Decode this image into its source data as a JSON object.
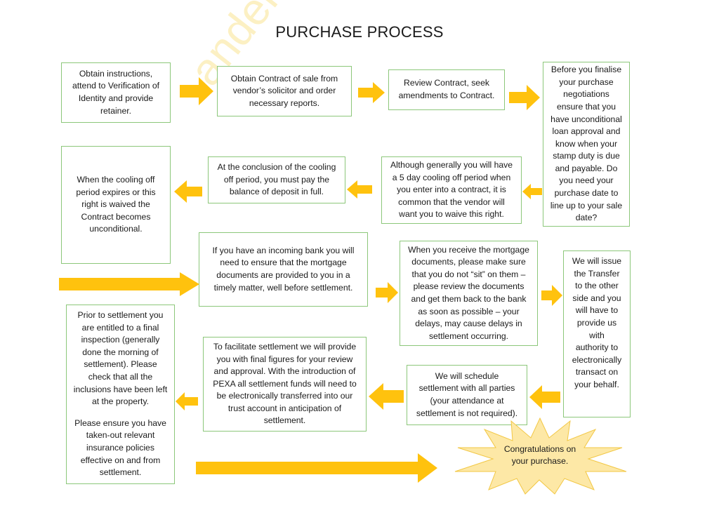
{
  "title": "PURCHASE PROCESS",
  "steps": {
    "instructions": "Obtain instructions,\nattend to Verification of\nIdentity and provide\nretainer.",
    "contract": "Obtain Contract of sale from\nvendor’s solicitor and order\nnecessary reports.",
    "review": "Review Contract, seek\namendments to Contract.",
    "finalise": "Before you finalise\nyour purchase\nnegotiations\nensure that you\nhave unconditional\nloan approval and\nknow when your\nstamp duty is due\nand payable. Do\nyou need your\npurchase date to\nline up to your sale\ndate?",
    "cooling_off": "Although generally you will have\na 5 day cooling off period when\nyou enter into a contract, it is\ncommon that the vendor will\nwant you to waive this right.",
    "conclusion": "At the conclusion of the cooling\noff period, you must pay the\nbalance of deposit in full.",
    "unconditional": "When the cooling off\nperiod expires or this\nright is waived the\nContract becomes\nunconditional.",
    "incoming_bank": "If you have an incoming bank you will\nneed to ensure that the mortgage\ndocuments are provided to you in a\ntimely matter, well before settlement.",
    "mortgage_docs": "When you receive the mortgage\ndocuments, please make sure\nthat you do not “sit” on them –\nplease review the documents\nand get them back to the bank\nas soon as possible – your\ndelays, may cause delays in\nsettlement occurring.",
    "transfer": "We will issue\nthe Transfer\nto the other\nside and you\nwill have to\nprovide us\nwith\nauthority to\nelectronically\ntransact on\nyour behalf.",
    "schedule": "We will schedule\nsettlement with all parties\n(your attendance at\nsettlement is not required).",
    "final_figures": "To facilitate settlement we will provide\nyou with final figures for your review\nand approval. With the introduction of\nPEXA all settlement funds will need to\nbe electronically transferred into our\ntrust account in anticipation of\nsettlement.",
    "inspection_1": "Prior to settlement you\nare entitled to a final\ninspection (generally\ndone the morning of\nsettlement). Please\ncheck that all the\ninclusions have been left\nat the property.",
    "inspection_2": "Please ensure you have\ntaken-out relevant\ninsurance policies\neffective on and from\nsettlement.",
    "congratulations": "Congratulations on\nyour purchase."
  },
  "watermark": "anderson hensaw lawyers",
  "colors": {
    "arrow": "#ffc20e",
    "border": "#8cc77a",
    "star": "#fde8a6"
  }
}
